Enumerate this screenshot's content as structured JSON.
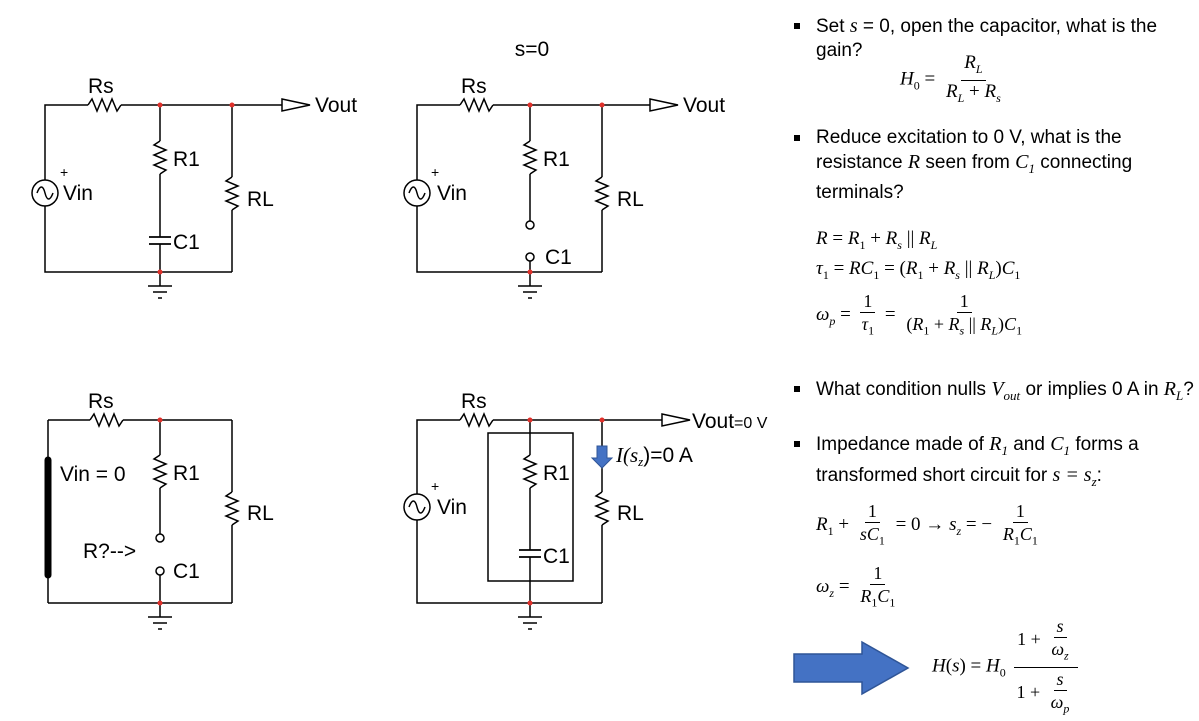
{
  "circuits": {
    "c1": {
      "rs": "Rs",
      "r1": "R1",
      "c1": "C1",
      "rl": "RL",
      "vin": "Vin",
      "vout": "Vout",
      "plus": "+"
    },
    "c2": {
      "title": "s=0",
      "rs": "Rs",
      "r1": "R1",
      "c1": "C1",
      "rl": "RL",
      "vin": "Vin",
      "vout": "Vout",
      "plus": "+"
    },
    "c3": {
      "rs": "Rs",
      "r1": "R1",
      "c1": "C1",
      "rl": "RL",
      "vin_zero": "Vin = 0",
      "probe": "R?-->"
    },
    "c4": {
      "rs": "Rs",
      "r1": "R1",
      "c1": "C1",
      "rl": "RL",
      "vin": "Vin",
      "vout": "Vout",
      "vout_suffix": "=0 V",
      "current_label": "I(s_z)=0 A",
      "current_prefix": "I(s",
      "current_sub": "z",
      "current_suffix": ")=0 A",
      "plus": "+"
    }
  },
  "colors": {
    "wire": "#000000",
    "node_dot": "#e0302a",
    "arrow": "#4472c4",
    "arrow_border": "#2f5597"
  },
  "bullets": {
    "b1": {
      "pre": "Set ",
      "var": "s",
      "post": " = 0, open the capacitor, what is the gain?"
    },
    "b2": {
      "pre": "Reduce excitation to 0 V, what is the resistance ",
      "var": "R",
      "mid": " seen from ",
      "cap": "C",
      "cap_sub": "1",
      "post": " connecting terminals?"
    },
    "b3": {
      "pre": "What condition nulls ",
      "v": "V",
      "v_sub": "out",
      "mid": " or implies 0 A in ",
      "r": "R",
      "r_sub": "L",
      "post": "?"
    },
    "b4": {
      "pre": "Impedance made of ",
      "r": "R",
      "r_sub": "1",
      "mid": " and ",
      "c": "C",
      "c_sub": "1",
      "post": " forms a transformed short circuit for ",
      "eq": "s = s",
      "eq_sub": "z",
      "end": ":"
    }
  },
  "equations": {
    "h0": "H0 = RL / (RL + Rs)",
    "r": "R = R1 + Rs || RL",
    "tau": "τ1 = RC1 = (R1 + Rs || RL)C1",
    "wp": "ωp = 1/τ1 = 1/((R1 + Rs || RL)C1)",
    "sz": "R1 + 1/(sC1) = 0 → sz = −1/(R1C1)",
    "wz": "ωz = 1/(R1C1)",
    "hs": "H(s) = H0 (1 + s/ωz)/(1 + s/ωp)"
  },
  "icons": {
    "arrow": "right-arrow-icon",
    "source": "ac-source-icon",
    "ground": "ground-icon"
  }
}
